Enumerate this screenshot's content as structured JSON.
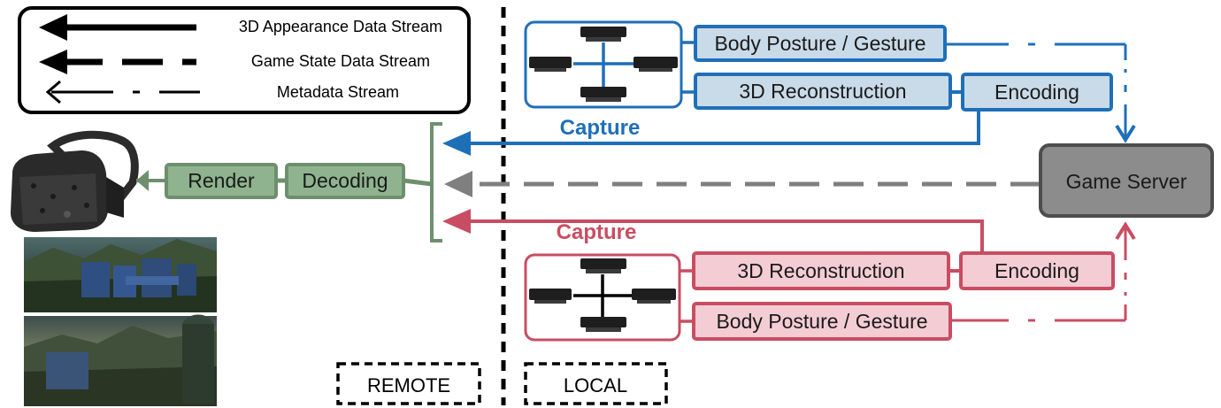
{
  "legend": {
    "items": [
      {
        "label": "3D Appearance Data Stream",
        "style": "solid"
      },
      {
        "label": "Game State Data Stream",
        "style": "dashed"
      },
      {
        "label": "Metadata Stream",
        "style": "dash-dot"
      }
    ]
  },
  "remote": {
    "label": "REMOTE",
    "render_label": "Render",
    "decoding_label": "Decoding",
    "headset_icon": "vr-headset-icon",
    "screenshots": [
      "game-scene-screenshot-1",
      "game-scene-screenshot-2"
    ]
  },
  "local": {
    "label": "LOCAL",
    "top": {
      "capture_label": "Capture",
      "body_posture_label": "Body Posture / Gesture",
      "reconstruction_label": "3D Reconstruction",
      "encoding_label": "Encoding",
      "sensor_icon": "depth-sensor-icon"
    },
    "bottom": {
      "capture_label": "Capture",
      "reconstruction_label": "3D Reconstruction",
      "encoding_label": "Encoding",
      "body_posture_label": "Body Posture / Gesture",
      "sensor_icon": "depth-sensor-icon"
    },
    "server_label": "Game Server"
  },
  "colors": {
    "blue": "#1f6fb8",
    "blue_fill": "#c9dbe8",
    "red": "#c94d62",
    "red_fill": "#f4cdd4",
    "green": "#6e8f6e",
    "green_fill": "#8fb38f",
    "gray": "#7f7f7f",
    "server_fill": "#8c8c8c",
    "server_stroke": "#4d4d4d"
  }
}
